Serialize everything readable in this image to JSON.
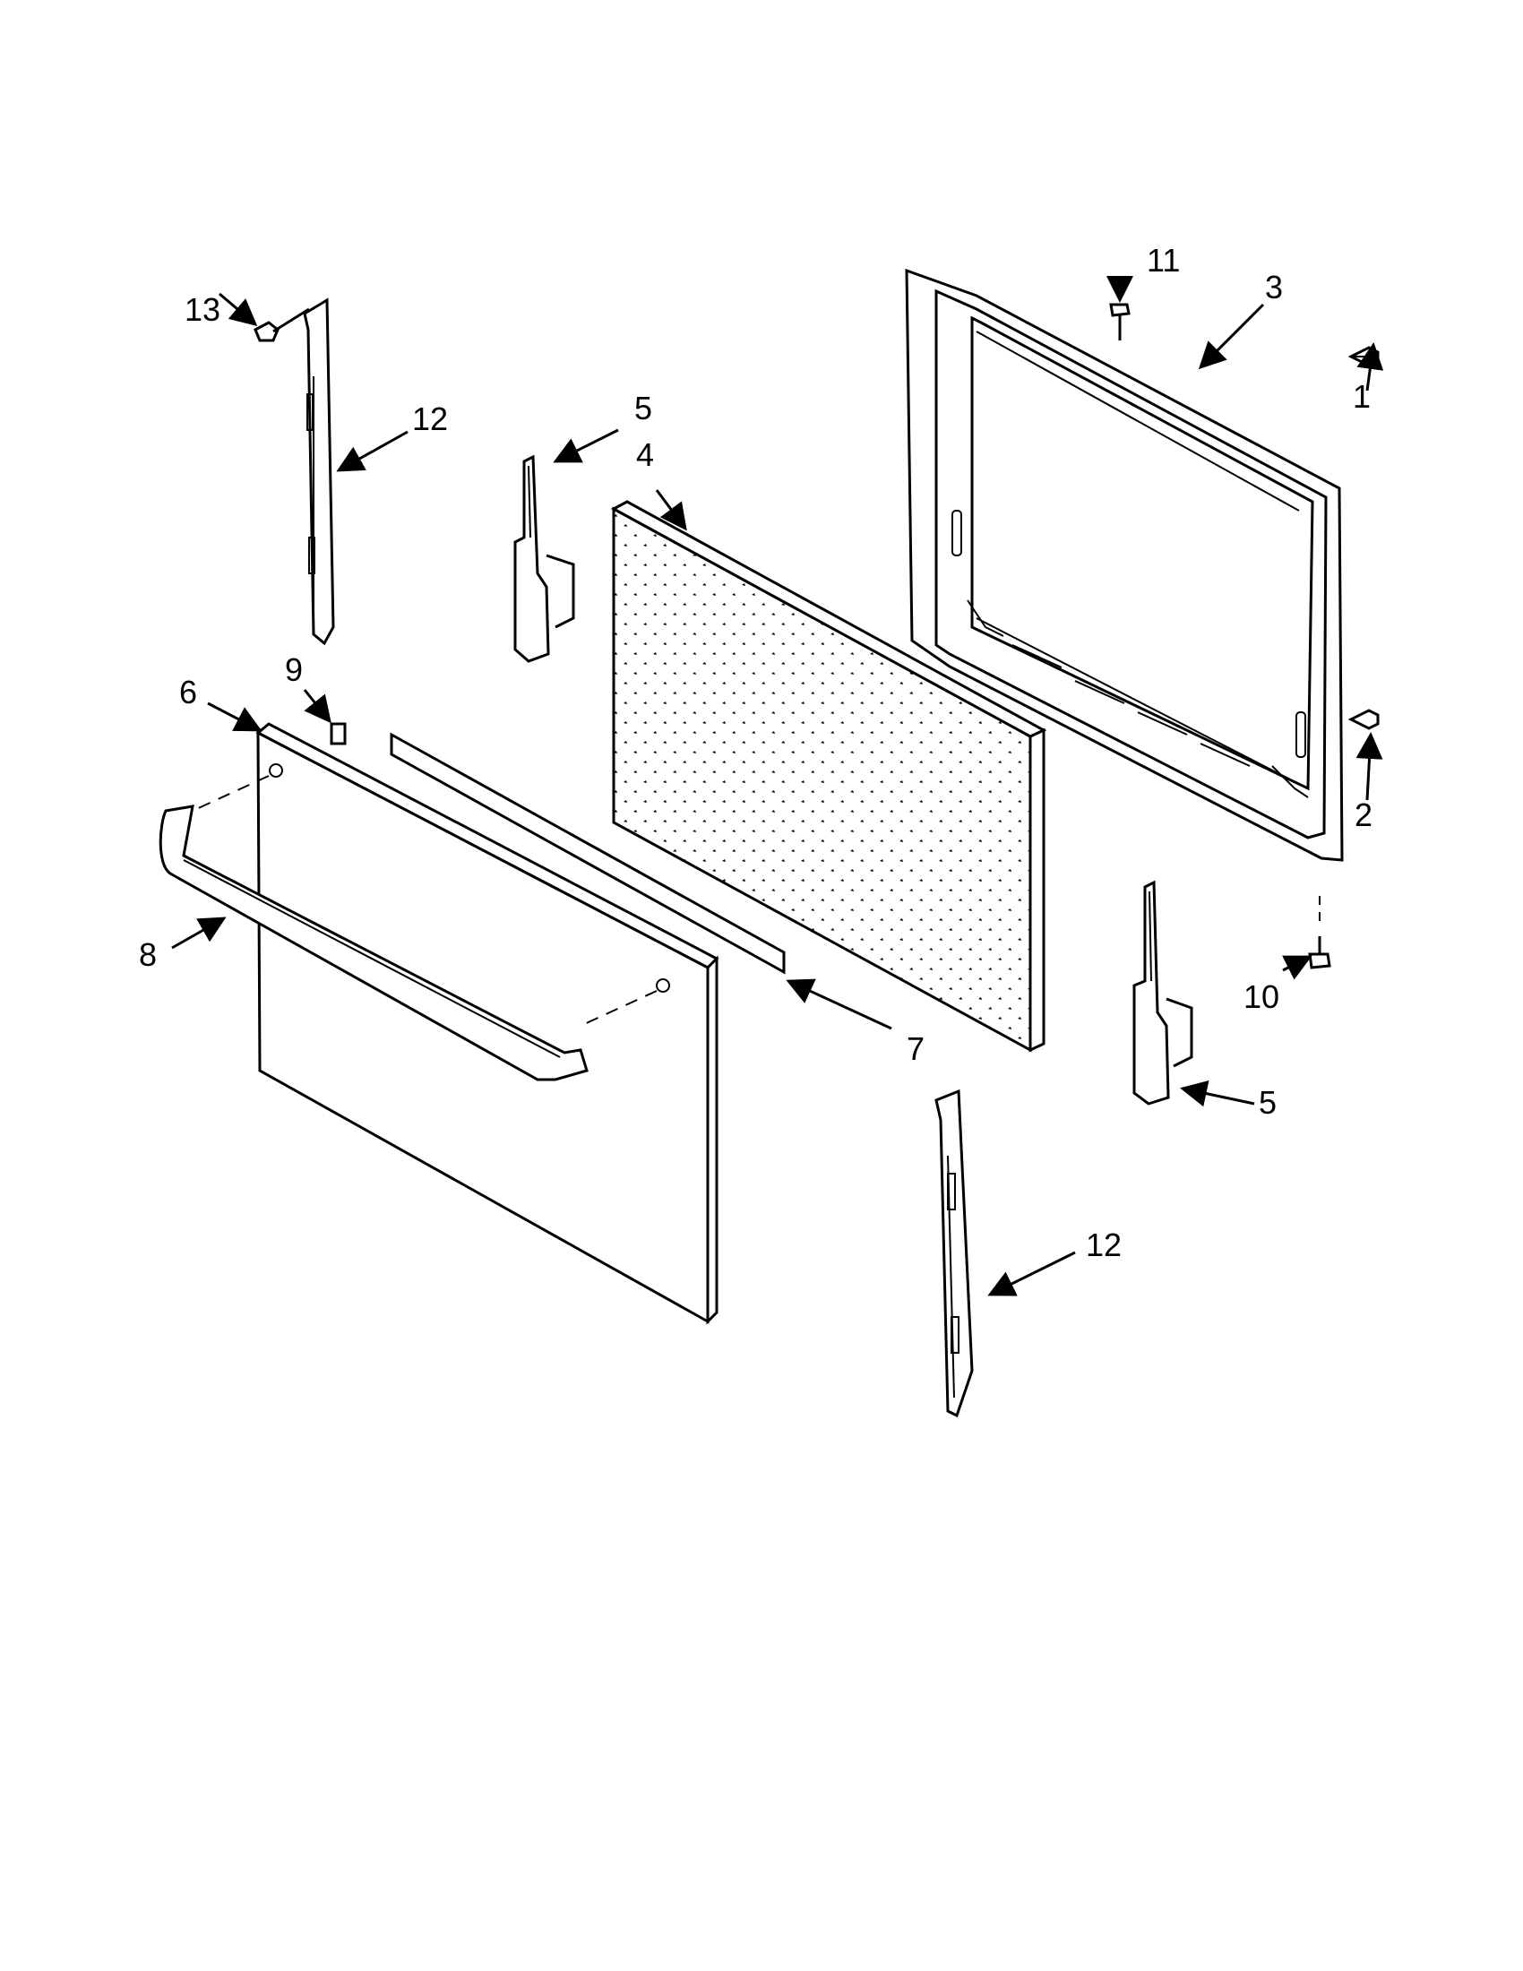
{
  "diagram": {
    "labels": {
      "l1": "1",
      "l2": "2",
      "l3": "3",
      "l4": "4",
      "l5a": "5",
      "l5b": "5",
      "l6": "6",
      "l7": "7",
      "l8": "8",
      "l9": "9",
      "l10": "10",
      "l11": "11",
      "l12a": "12",
      "l12b": "12",
      "l13": "13"
    }
  }
}
